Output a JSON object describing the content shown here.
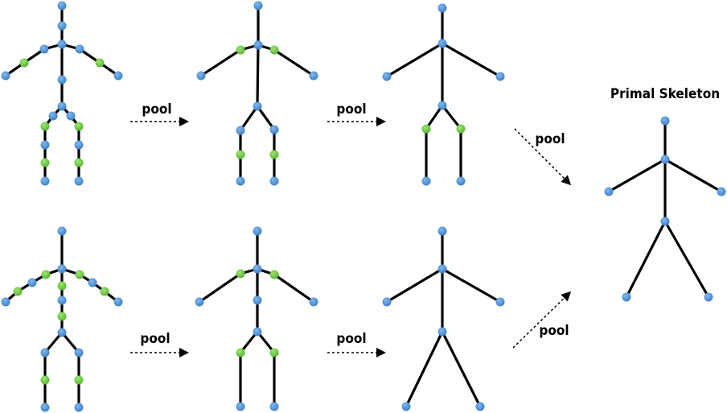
{
  "title": "Primal Skeleton",
  "pool_labels": [
    "pool",
    "pool",
    "pool",
    "pool",
    "pool",
    "pool"
  ],
  "colors": {
    "joint_blue": "#4a90d9",
    "joint_green": "#6cc644",
    "bone": "#000000",
    "arrow": "#000000"
  }
}
